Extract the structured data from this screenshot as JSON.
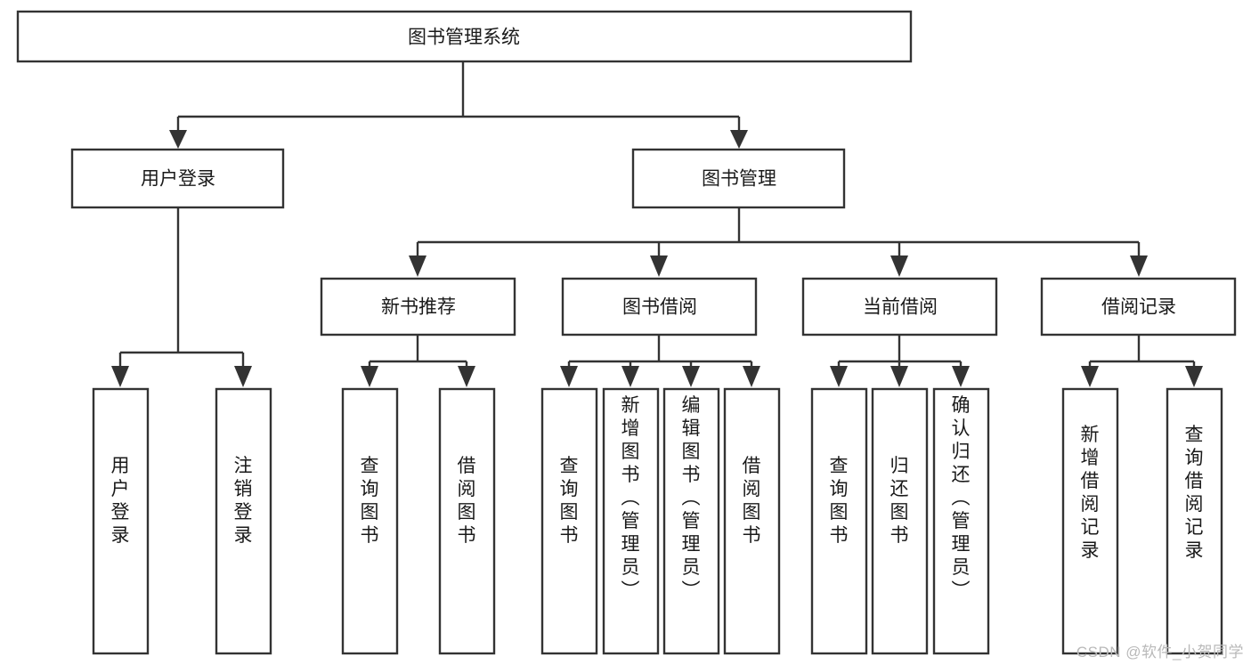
{
  "diagram": {
    "type": "tree-hierarchy-flowchart",
    "title": "图书管理系统",
    "watermark": "CSDN @软件_小贺同学",
    "levels": {
      "level1": [
        {
          "id": "root",
          "label": "图书管理系统",
          "orientation": "horizontal"
        }
      ],
      "level2": [
        {
          "id": "user-login",
          "label": "用户登录",
          "orientation": "horizontal",
          "parent": "root"
        },
        {
          "id": "book-manage",
          "label": "图书管理",
          "orientation": "horizontal",
          "parent": "root"
        }
      ],
      "level3": [
        {
          "id": "new-book-recommend",
          "label": "新书推荐",
          "orientation": "horizontal",
          "parent": "book-manage"
        },
        {
          "id": "book-borrow",
          "label": "图书借阅",
          "orientation": "horizontal",
          "parent": "book-manage"
        },
        {
          "id": "current-borrow",
          "label": "当前借阅",
          "orientation": "horizontal",
          "parent": "book-manage"
        },
        {
          "id": "borrow-record",
          "label": "借阅记录",
          "orientation": "horizontal",
          "parent": "book-manage"
        }
      ],
      "leaves": [
        {
          "id": "leaf-user-login",
          "label": "用户登录",
          "orientation": "vertical",
          "parent": "user-login"
        },
        {
          "id": "leaf-user-logout",
          "label": "注销登录",
          "orientation": "vertical",
          "parent": "user-login"
        },
        {
          "id": "leaf-query-book-1",
          "label": "查询图书",
          "orientation": "vertical",
          "parent": "new-book-recommend"
        },
        {
          "id": "leaf-borrow-book-1",
          "label": "借阅图书",
          "orientation": "vertical",
          "parent": "new-book-recommend"
        },
        {
          "id": "leaf-query-book-2",
          "label": "查询图书",
          "orientation": "vertical",
          "parent": "book-borrow"
        },
        {
          "id": "leaf-add-book",
          "label": "新增图书（管理员）",
          "orientation": "vertical",
          "parent": "book-borrow"
        },
        {
          "id": "leaf-edit-book",
          "label": "编辑图书（管理员）",
          "orientation": "vertical",
          "parent": "book-borrow"
        },
        {
          "id": "leaf-borrow-book-2",
          "label": "借阅图书",
          "orientation": "vertical",
          "parent": "book-borrow"
        },
        {
          "id": "leaf-query-book-3",
          "label": "查询图书",
          "orientation": "vertical",
          "parent": "current-borrow"
        },
        {
          "id": "leaf-return-book",
          "label": "归还图书",
          "orientation": "vertical",
          "parent": "current-borrow"
        },
        {
          "id": "leaf-confirm-return",
          "label": "确认归还（管理员）",
          "orientation": "vertical",
          "parent": "current-borrow"
        },
        {
          "id": "leaf-add-record",
          "label": "新增借阅记录",
          "orientation": "vertical",
          "parent": "borrow-record"
        },
        {
          "id": "leaf-query-record",
          "label": "查询借阅记录",
          "orientation": "vertical",
          "parent": "borrow-record"
        }
      ]
    },
    "colors": {
      "box_stroke": "#333333",
      "box_fill": "#ffffff",
      "text": "#1a1a1a",
      "connector": "#333333",
      "watermark": "#b9b9b9",
      "background": "#ffffff"
    }
  }
}
